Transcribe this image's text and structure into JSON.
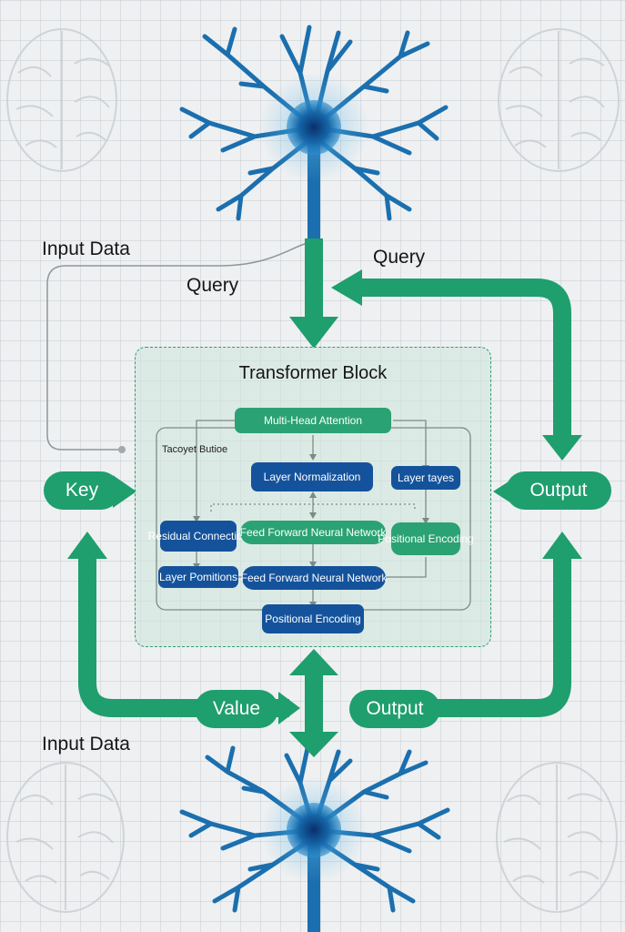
{
  "labels": {
    "input_data_top": "Input Data",
    "input_data_bottom": "Input Data",
    "query_left": "Query",
    "query_right": "Query"
  },
  "pills": {
    "key": "Key",
    "output_right": "Output",
    "value": "Value",
    "output_bottom": "Output"
  },
  "block": {
    "title": "Transformer Block",
    "annotation": "Tacoyet Butioe",
    "nodes": {
      "multi_head_attention": "Multi-Head Attention",
      "layer_normalization": "Layer Normalization",
      "layer_tayes": "Layer tayes",
      "residual_connection": "Residual Connection",
      "feed_forward_top": "Feed Forward Neural Network",
      "positional_encoding_right": "Positional Encoding",
      "layer_pomitions": "Layer Pomitions",
      "feed_forward_bottom": "Feed Forward Neural Network",
      "positional_encoding_bottom": "Positional Encoding"
    }
  },
  "colors": {
    "arrow_green": "#1f9e6e",
    "node_blue": "#14539c",
    "node_green": "#2aa274",
    "neuron_blue": "#1b6fae",
    "brain_gray": "#c9cdd1"
  }
}
